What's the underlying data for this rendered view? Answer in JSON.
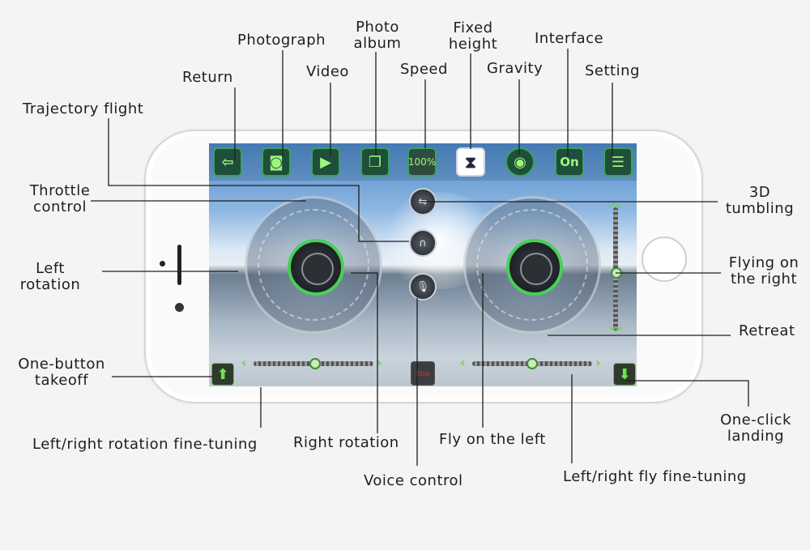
{
  "labels": {
    "return": "Return",
    "photograph": "Photograph",
    "video": "Video",
    "photo_album_1": "Photo",
    "photo_album_2": "album",
    "speed": "Speed",
    "fixed_height_1": "Fixed",
    "fixed_height_2": "height",
    "gravity": "Gravity",
    "interface": "Interface",
    "setting": "Setting",
    "trajectory_flight": "Trajectory flight",
    "throttle_control_1": "Throttle",
    "throttle_control_2": "control",
    "left_rotation_1": "Left",
    "left_rotation_2": "rotation",
    "one_button_takeoff_1": "One-button",
    "one_button_takeoff_2": "takeoff",
    "lr_rotation_fine_tuning": "Left/right rotation fine-tuning",
    "right_rotation": "Right rotation",
    "voice_control": "Voice control",
    "fly_on_the_left": "Fly on the left",
    "lr_fly_fine_tuning": "Left/right fly fine-tuning",
    "one_click_landing_1": "One-click",
    "one_click_landing_2": "landing",
    "retreat": "Retreat",
    "flying_on_the_right_1": "Flying on",
    "flying_on_the_right_2": "the right",
    "tumbling_3d_1": "3D",
    "tumbling_3d_2": "tumbling"
  },
  "screen": {
    "speed_value": "100%",
    "stop_label": "Stop",
    "interface_toggle": "On"
  },
  "colors": {
    "accent": "#47d05a",
    "button_bg": "#1f4f3a",
    "label_line": "#1e1e1e"
  }
}
